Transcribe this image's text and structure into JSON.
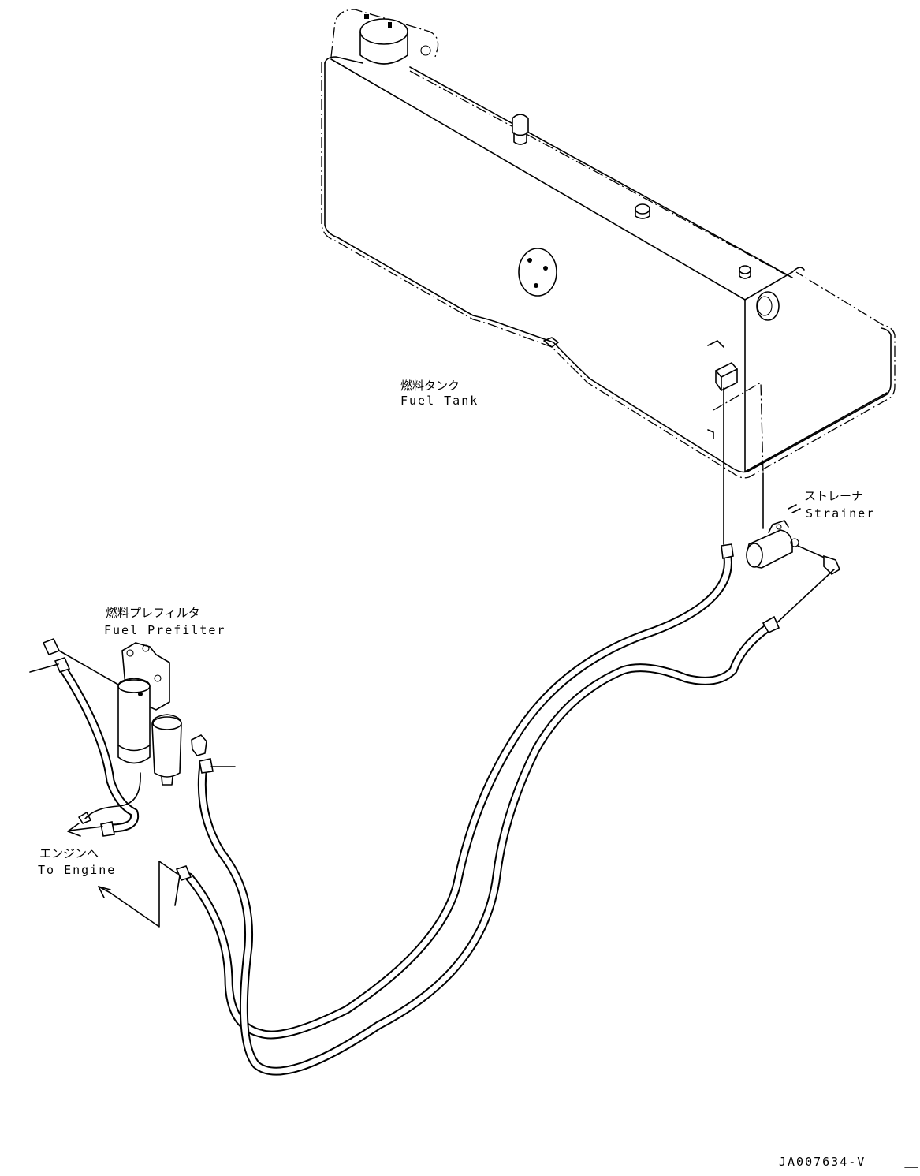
{
  "labels": {
    "fuel_tank_jp": "燃料タンク",
    "fuel_tank_en": "Fuel Tank",
    "strainer_jp": "ストレーナ",
    "strainer_en": "Strainer",
    "prefilter_jp": "燃料プレフィルタ",
    "prefilter_en": "Fuel Prefilter",
    "to_engine_jp": "エンジンへ",
    "to_engine_en": "To Engine"
  },
  "drawing_number": "JA007634-V"
}
